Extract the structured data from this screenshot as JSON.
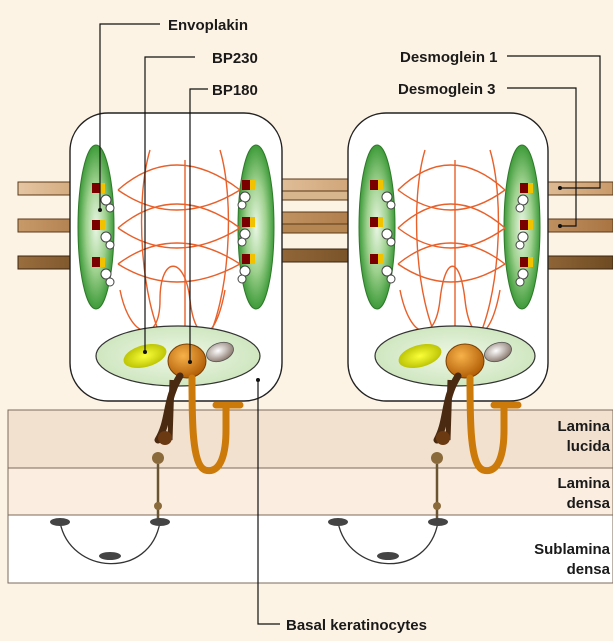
{
  "labels": {
    "envoplakin": "Envoplakin",
    "bp230": "BP230",
    "bp180": "BP180",
    "desmoglein1": "Desmoglein 1",
    "desmoglein3": "Desmoglein 3",
    "basal_keratinocytes": "Basal keratinocytes"
  },
  "layers": {
    "lamina_lucida": [
      "Lamina",
      "lucida"
    ],
    "lamina_densa": [
      "Lamina",
      "densa"
    ],
    "sublamina_densa": [
      "Sublamina",
      "densa"
    ]
  },
  "colors": {
    "background": "#fdf3e4",
    "cell_fill": "#ffffff",
    "desmosome_green": "#4fae4a",
    "keratin_filament": "#e8602a",
    "hemidesmosome_plaque": "#d9ecc7",
    "bp230_yellow": "#d6e000",
    "bp180_orange": "#c8700e",
    "lamina_lucida_band": "#f3e1cf",
    "lamina_densa_band": "#fbeee0",
    "sublamina_band": "#ffffff"
  }
}
